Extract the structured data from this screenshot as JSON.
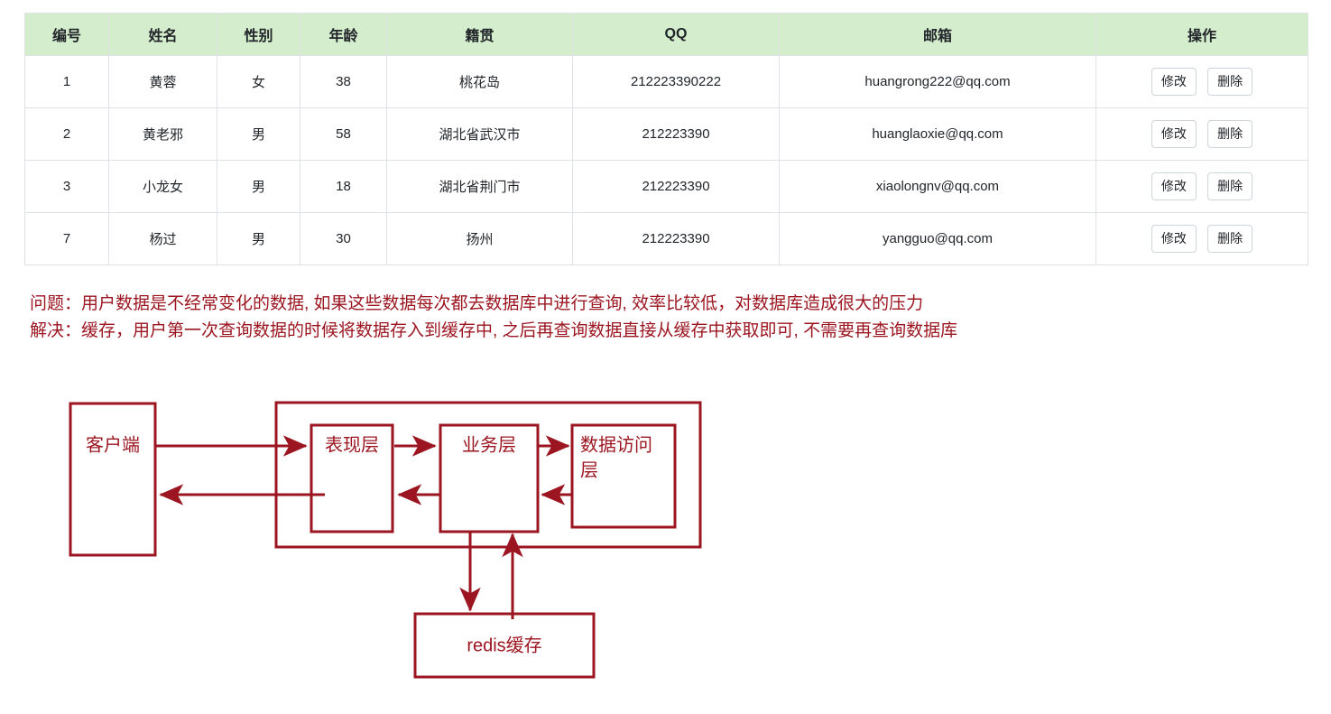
{
  "table": {
    "headers": [
      "编号",
      "姓名",
      "性别",
      "年龄",
      "籍贯",
      "QQ",
      "邮箱",
      "操作"
    ],
    "rows": [
      {
        "id": "1",
        "name": "黄蓉",
        "gender": "女",
        "age": "38",
        "native": "桃花岛",
        "qq": "212223390222",
        "email": "huangrong222@qq.com",
        "edit": "修改",
        "delete": "删除"
      },
      {
        "id": "2",
        "name": "黄老邪",
        "gender": "男",
        "age": "58",
        "native": "湖北省武汉市",
        "qq": "212223390",
        "email": "huanglaoxie@qq.com",
        "edit": "修改",
        "delete": "删除"
      },
      {
        "id": "3",
        "name": "小龙女",
        "gender": "男",
        "age": "18",
        "native": "湖北省荆门市",
        "qq": "212223390",
        "email": "xiaolongnv@qq.com",
        "edit": "修改",
        "delete": "删除"
      },
      {
        "id": "7",
        "name": "杨过",
        "gender": "男",
        "age": "30",
        "native": "扬州",
        "qq": "212223390",
        "email": "yangguo@qq.com",
        "edit": "修改",
        "delete": "删除"
      }
    ],
    "header_bg": "#d4edcd",
    "border_color": "#dee2e6"
  },
  "notes": {
    "problem": "问题：用户数据是不经常变化的数据, 如果这些数据每次都去数据库中进行查询, 效率比较低，对数据库造成很大的压力",
    "solution": "解决：缓存，用户第一次查询数据的时候将数据存入到缓存中, 之后再查询数据直接从缓存中获取即可, 不需要再查询数据库",
    "color": "#9b1620"
  },
  "diagram": {
    "color": "#9b1620",
    "boxes": {
      "client": "客户端",
      "presentation": "表现层",
      "business": "业务层",
      "dao": "数据访问层",
      "redis": "redis缓存"
    },
    "dao_line1": "数据访问",
    "dao_line2": "层",
    "arrows": [
      "client-to-presentation",
      "presentation-to-client",
      "presentation-to-business",
      "business-to-presentation",
      "business-to-dao",
      "dao-to-business",
      "business-to-redis",
      "redis-to-business"
    ]
  }
}
